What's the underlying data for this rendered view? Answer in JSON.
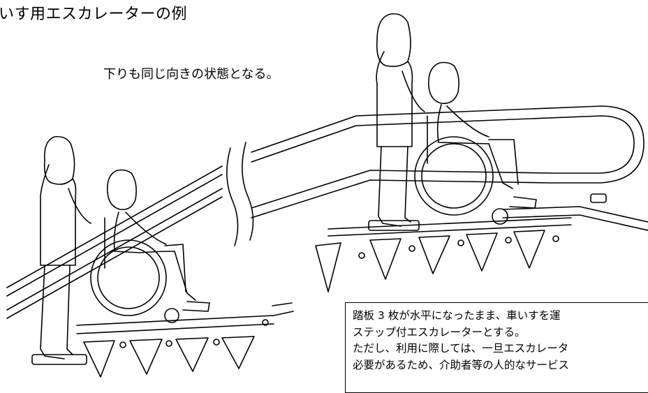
{
  "title": "いす用エスカレーターの例",
  "caption": "下りも同じ向きの状態となる。",
  "note": {
    "line1": "踏板 3 枚が水平になったまま、車いすを運",
    "line2": "ステップ付エスカレーターとする。",
    "line3": "ただし、利用に際しては、一旦エスカレータ",
    "line4": "必要があるため、介助者等の人的なサービス"
  }
}
